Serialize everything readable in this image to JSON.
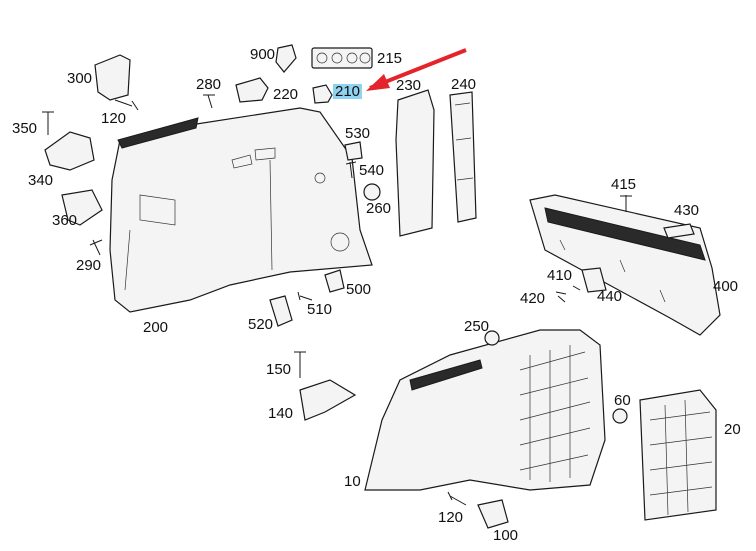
{
  "diagram": {
    "labels": {
      "p900": "900",
      "p215": "215",
      "p300": "300",
      "p280": "280",
      "p220": "220",
      "p210": "210",
      "p230": "230",
      "p240": "240",
      "p120a": "120",
      "p350": "350",
      "p530": "530",
      "p540": "540",
      "p340": "340",
      "p260": "260",
      "p415": "415",
      "p430": "430",
      "p360": "360",
      "p290": "290",
      "p410": "410",
      "p420": "420",
      "p440": "440",
      "p400": "400",
      "p500": "500",
      "p510": "510",
      "p520": "520",
      "p200": "200",
      "p250": "250",
      "p150": "150",
      "p140": "140",
      "p60": "60",
      "p20": "20",
      "p10": "10",
      "p120b": "120",
      "p100": "100"
    },
    "highlight_color": "#8fd3f0",
    "arrow_color": "#e5232a"
  }
}
